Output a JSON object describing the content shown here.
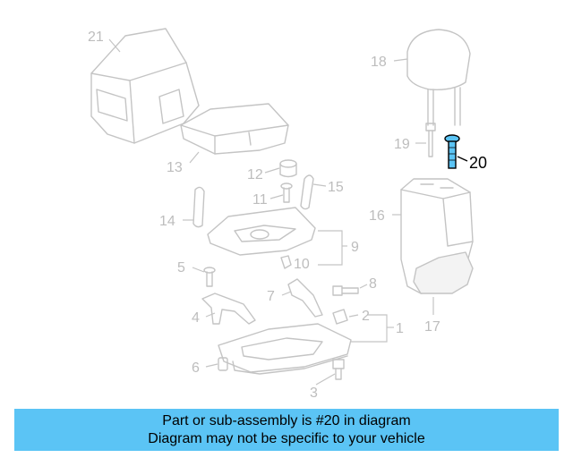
{
  "diagram": {
    "highlight_color": "#000000",
    "ghost_color": "#c4c4c4",
    "callouts": [
      "21",
      "18",
      "13",
      "19",
      "20",
      "12",
      "15",
      "11",
      "16",
      "14",
      "9",
      "10",
      "5",
      "8",
      "7",
      "2",
      "1",
      "4",
      "17",
      "6",
      "3"
    ],
    "highlighted_callout": "20"
  },
  "banner": {
    "background": "#5bc4f5",
    "line1": "Part or sub-assembly is #20 in diagram",
    "line2": "Diagram may not be specific to your vehicle"
  }
}
